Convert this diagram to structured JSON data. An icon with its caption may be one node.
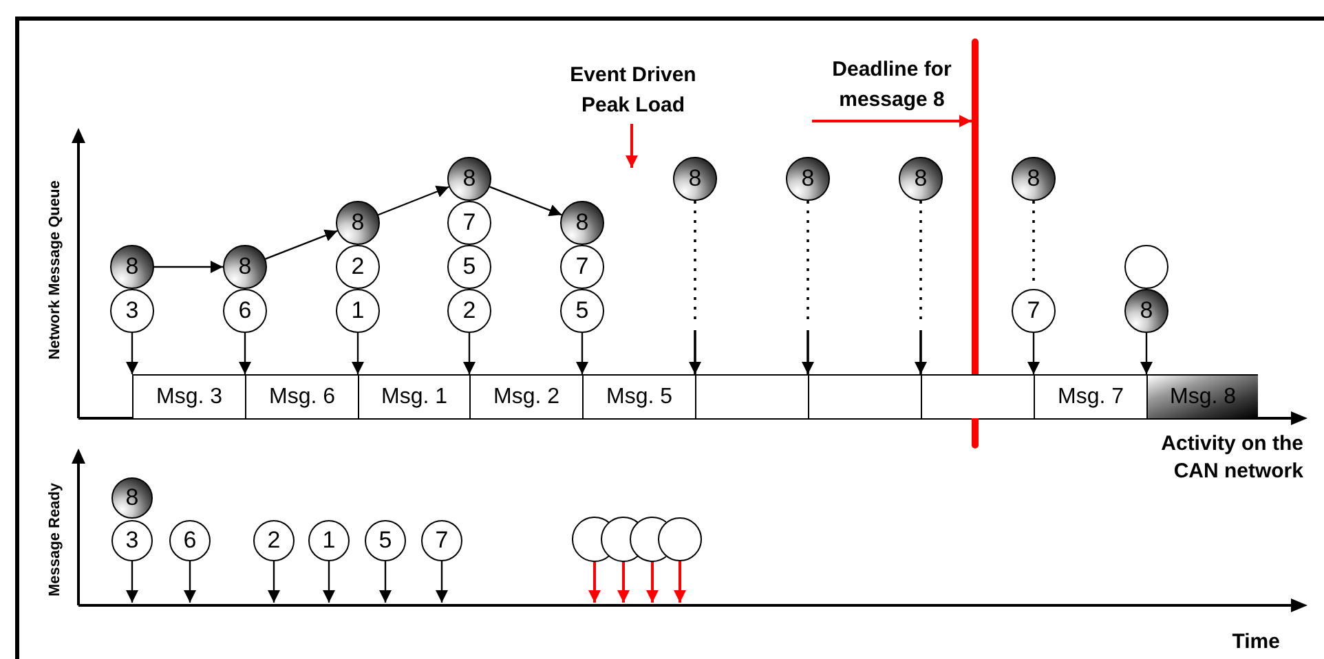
{
  "diagram": {
    "nodes": [
      {
        "text": [
          "Event Driven Peak Load"
        ]
      },
      {
        "text": [
          "Deadline for message 8"
        ]
      },
      {
        "text": [],
        "shape": "bar"
      },
      {
        "text": [
          "8"
        ]
      },
      {
        "text": [
          "3"
        ]
      },
      {
        "text": [
          "8"
        ]
      },
      {
        "text": [
          "6"
        ]
      },
      {
        "text": [
          "8"
        ]
      },
      {
        "text": [
          "2"
        ]
      },
      {
        "text": [
          "1"
        ]
      },
      {
        "text": [
          "8"
        ]
      },
      {
        "text": [
          "7"
        ]
      },
      {
        "text": [
          "5"
        ]
      },
      {
        "text": [
          "2"
        ]
      },
      {
        "text": [
          "8"
        ]
      },
      {
        "text": [
          "7"
        ]
      },
      {
        "text": [
          "5"
        ]
      },
      {
        "text": [
          "8"
        ]
      },
      {
        "text": [
          "8"
        ]
      },
      {
        "text": [
          "8"
        ]
      },
      {
        "text": [
          "8"
        ]
      },
      {
        "text": [
          "7"
        ]
      },
      {
        "text": [],
        "shape": "circle"
      },
      {
        "text": [
          "8"
        ]
      },
      {
        "text": [
          "Msg. 3"
        ]
      },
      {
        "text": [
          "Msg. 6"
        ]
      },
      {
        "text": [
          "Msg. 1"
        ]
      },
      {
        "text": [
          "Msg. 2"
        ]
      },
      {
        "text": [
          "Msg. 5"
        ]
      },
      {
        "text": [],
        "shape": "box"
      },
      {
        "text": [],
        "shape": "box"
      },
      {
        "text": [],
        "shape": "box"
      },
      {
        "text": [
          "Msg. 7"
        ]
      },
      {
        "text": [
          "Msg. 8"
        ]
      },
      {
        "text": [
          "8"
        ]
      },
      {
        "text": [
          "3"
        ]
      },
      {
        "text": [
          "6"
        ]
      },
      {
        "text": [
          "2"
        ]
      },
      {
        "text": [
          "1"
        ]
      },
      {
        "text": [
          "5"
        ]
      },
      {
        "text": [
          "7"
        ]
      },
      {
        "text": [],
        "shape": "circle"
      },
      {
        "text": [],
        "shape": "circle"
      },
      {
        "text": [],
        "shape": "circle"
      },
      {
        "text": [],
        "shape": "circle"
      }
    ],
    "edges": [
      {
        "from": 0,
        "to": null,
        "arrow": "to",
        "color": "#ff0000"
      },
      {
        "from": 1,
        "to": 2,
        "arrow": "to",
        "color": "#ff0000"
      },
      {
        "from": 3,
        "to": 5,
        "arrow": "to"
      },
      {
        "from": 5,
        "to": 7,
        "arrow": "to"
      },
      {
        "from": 7,
        "to": 10,
        "arrow": "to"
      },
      {
        "from": 10,
        "to": 14,
        "arrow": "to"
      },
      {
        "from": 4,
        "to": 24,
        "arrow": "to"
      },
      {
        "from": 6,
        "to": 25,
        "arrow": "to"
      },
      {
        "from": 9,
        "to": 26,
        "arrow": "to"
      },
      {
        "from": 13,
        "to": 27,
        "arrow": "to"
      },
      {
        "from": 16,
        "to": 28,
        "arrow": "to"
      },
      {
        "from": 17,
        "to": 29,
        "arrow": "to",
        "style": "dashed"
      },
      {
        "from": 18,
        "to": 30,
        "arrow": "to",
        "style": "dashed"
      },
      {
        "from": 19,
        "to": 31,
        "arrow": "to",
        "style": "dashed"
      },
      {
        "from": 20,
        "to": 21,
        "arrow": "none",
        "style": "dashed"
      },
      {
        "from": 21,
        "to": 32,
        "arrow": "to"
      },
      {
        "from": 23,
        "to": 33,
        "arrow": "to"
      },
      {
        "from": 35,
        "to": null,
        "arrow": "to"
      },
      {
        "from": 36,
        "to": null,
        "arrow": "to"
      },
      {
        "from": 37,
        "to": null,
        "arrow": "to"
      },
      {
        "from": 38,
        "to": null,
        "arrow": "to"
      },
      {
        "from": 39,
        "to": null,
        "arrow": "to"
      },
      {
        "from": 40,
        "to": null,
        "arrow": "to"
      },
      {
        "from": 41,
        "to": null,
        "arrow": "to",
        "color": "#ff0000"
      },
      {
        "from": 42,
        "to": null,
        "arrow": "to",
        "color": "#ff0000"
      },
      {
        "from": 43,
        "to": null,
        "arrow": "to",
        "color": "#ff0000"
      },
      {
        "from": 44,
        "to": null,
        "arrow": "to",
        "color": "#ff0000"
      }
    ],
    "labels": [
      "Network Message Queue",
      "Activity on the CAN network",
      "Message Ready",
      "Time"
    ]
  }
}
